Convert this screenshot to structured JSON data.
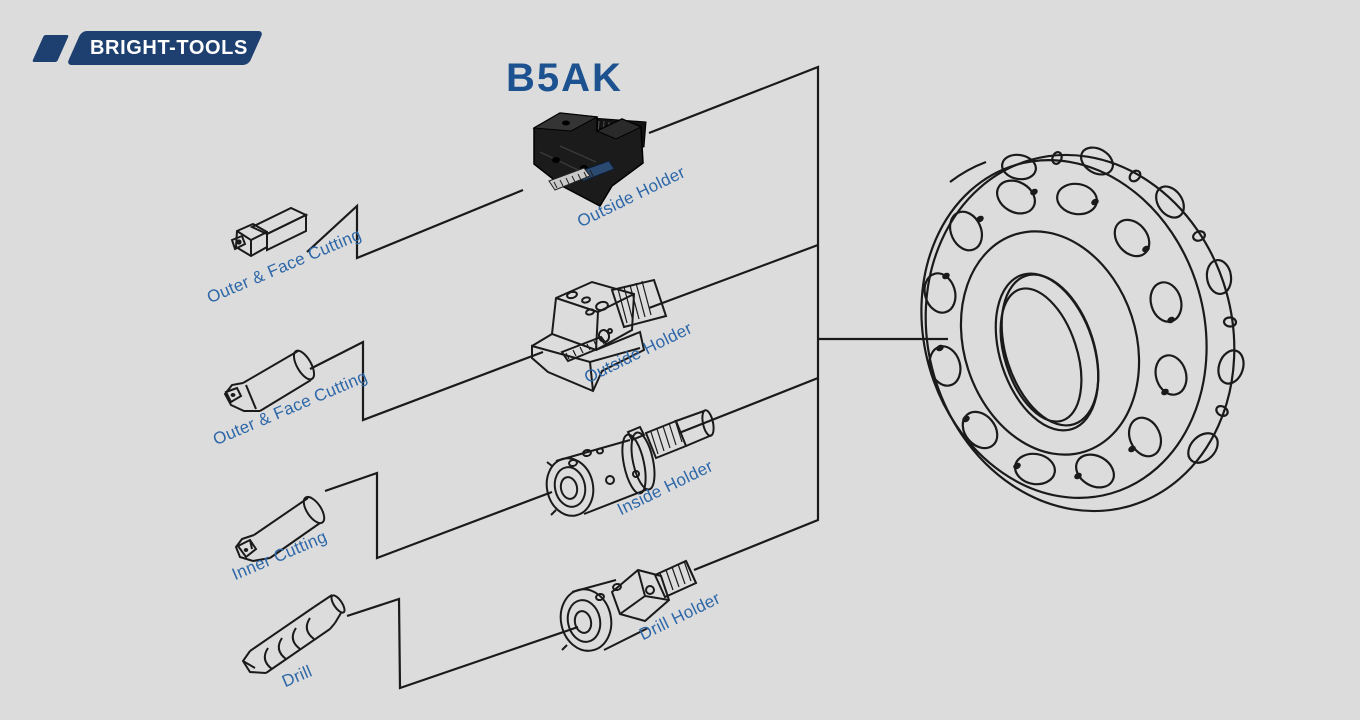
{
  "brand": {
    "name": "BRIGHT-TOOLS"
  },
  "title": "B5AK",
  "tools": [
    {
      "label": "Outer & Face Cutting"
    },
    {
      "label": "Outer & Face Cutting"
    },
    {
      "label": "Inner Cutting"
    },
    {
      "label": "Drill"
    }
  ],
  "holders": [
    {
      "label": "Outside Holder"
    },
    {
      "label": "Outside Holder"
    },
    {
      "label": "Inside Holder"
    },
    {
      "label": "Drill Holder"
    }
  ],
  "colors": {
    "background": "#dcdcdc",
    "line": "#1a1a1a",
    "label_text": "#2d67a8",
    "title_text": "#1d5291",
    "brand_bg": "#1e4070",
    "brand_text": "#ffffff",
    "holder_body": "#1b1b1b",
    "insert_accent": "#2b4a71"
  }
}
